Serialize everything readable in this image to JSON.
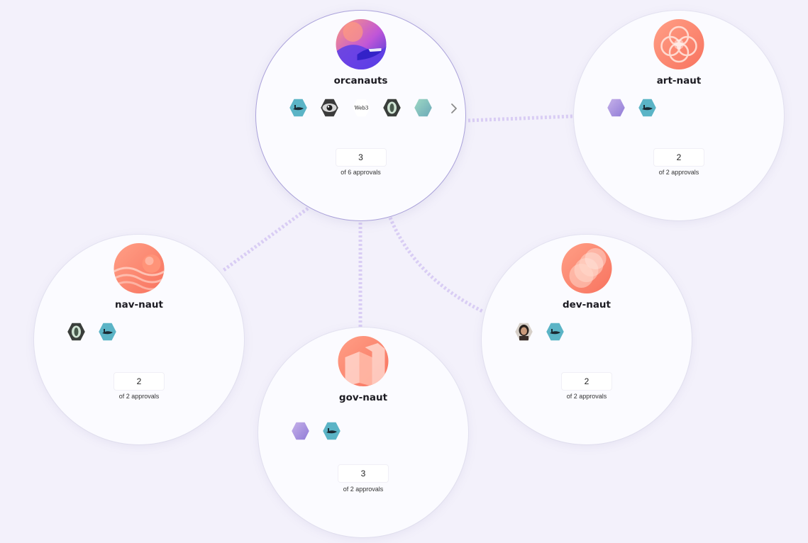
{
  "colors": {
    "background": "#f3f1fb",
    "connector": "#d9cdf4",
    "node_fill": "#fbfbff",
    "avatar_coral": "#fb8a74"
  },
  "nodes": {
    "orcanauts": {
      "name": "orcanauts",
      "avatar": "orca-gradient-avatar",
      "members": [
        "orca-teal-hex",
        "eye-photo-hex",
        "web3-logo-hex",
        "skeleton-dark-hex",
        "green-gradient-hex"
      ],
      "member_web3_text": "Web3",
      "more_icon": "chevron-right-icon",
      "approvals_count": "3",
      "approvals_text": "of 6 approvals"
    },
    "art_naut": {
      "name": "art-naut",
      "avatar": "rings-avatar",
      "members": [
        "purple-gradient-hex",
        "orca-teal-hex"
      ],
      "approvals_count": "2",
      "approvals_text": "of 2 approvals"
    },
    "nav_naut": {
      "name": "nav-naut",
      "avatar": "waves-sphere-avatar",
      "members": [
        "skeleton-dark-hex",
        "orca-teal-hex"
      ],
      "approvals_count": "2",
      "approvals_text": "of 2 approvals"
    },
    "gov_naut": {
      "name": "gov-naut",
      "avatar": "cubes-avatar",
      "members": [
        "purple-gradient-hex",
        "orca-teal-hex"
      ],
      "approvals_count": "3",
      "approvals_text": "of 2 approvals"
    },
    "dev_naut": {
      "name": "dev-naut",
      "avatar": "discs-avatar",
      "members": [
        "person-photo-hex",
        "orca-teal-hex"
      ],
      "approvals_count": "2",
      "approvals_text": "of 2 approvals"
    }
  }
}
